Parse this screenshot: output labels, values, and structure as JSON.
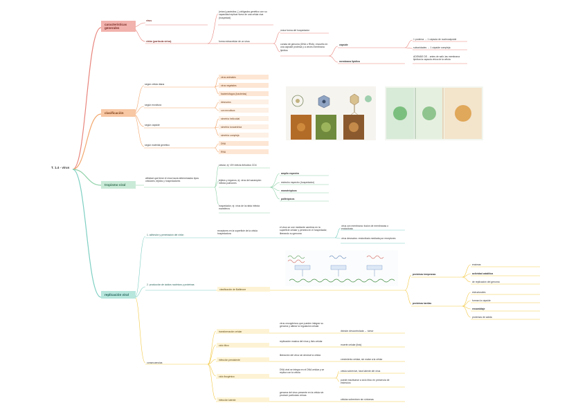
{
  "root": "T. 1.4 - virus",
  "caracteristicas": {
    "title": "características generales",
    "virus_label": "virus",
    "virus_text": "(micro) parásitos (-) obligados genético con su capacidad replicar fuera de una célula viva (hospedad)",
    "virion_label": "virión (partícula vírica)",
    "virion_text": "forma extracelular de un virus",
    "forma_fuera": "única forma del hospedador",
    "consta": "consta de genoma (DNA o RNA), envuelto en una cápside proteica y a veces membrana lipídica",
    "capside": "cápside",
    "membrana": "membrana lipídica",
    "capside_items": [
      "1 proteína → 1 cápsula de nucleocápside",
      "subunidades → 1 cápside compleja"
    ],
    "membrana_text": "ADEMÁS DE... antes de salir, las membrana lipídica la capsula virica de la célula"
  },
  "clasificacion": {
    "title": "clasificación",
    "groups": [
      {
        "label": "según célula diana",
        "items": [
          "virus animales",
          "virus vegetales",
          "bacteriófagos (bacterias)"
        ]
      },
      {
        "label": "según envoltura",
        "items": [
          "desnudos",
          "con envoltura"
        ]
      },
      {
        "label": "según cápside",
        "items": [
          "simetría helicoidal",
          "simetría icosaédrica",
          "simetría compleja"
        ]
      },
      {
        "label": "según material genético",
        "items": [
          "DNA",
          "RNA"
        ]
      }
    ]
  },
  "tropismo": {
    "title": "tropismo viral",
    "text": "afinidad que tiene el virus hacia determinados tipos celulares, tejidos y hospedadores",
    "sub1": "celular, ej: VIH infecta linfocitos CD4",
    "sub2": "tejidos y órganos, ej: virus del sarampión infecta pulmones",
    "sub3": "hospedador, ej: virus de la rabia infecta mamíferos",
    "tipos": [
      "amplio espectro",
      "estrecho espectro (hospedador)",
      "monotrópicos",
      "politrópicos"
    ]
  },
  "replicacion": {
    "title": "replicación viral",
    "step1": "1. adhesión y penetración del virión",
    "step1_text": "receptores en la superficie de la célula hospedadora",
    "step1_sub": "el virus se une mediante cambios en la superficie celular y penetra en el hospedador, liberando su genoma",
    "step1_right1": "virus con membrana: fusión de membranas o endocitosis",
    "step1_right2": "virus desnudos: endocitosis mediada por receptores",
    "step2": "2. producción de ácidos nucleicos y proteínas",
    "step2_text": "clasificación de Baltimore",
    "prot_temp": "proteínas tempranas",
    "prot_tard": "proteínas tardías",
    "temp_items": [
      "enzimas",
      "actividad catalítica",
      "de replicación del genoma"
    ],
    "tard_items": [
      "estructurales",
      "forman la cápside",
      "ensamblaje",
      "proteínas de salida"
    ],
    "consecuencias": "consecuencias",
    "cons_items": [
      {
        "label": "transformación celular",
        "text": "virus oncogénicos que pueden integrar su genoma y alterar la regulación celular",
        "right": "división descontrolada → tumor"
      },
      {
        "label": "ciclo lítico",
        "text": "replicación masiva del virus y lisis celular",
        "right": "muerte celular (lisis)"
      },
      {
        "label": "infección persistente",
        "text": "liberación del virus sin destruir la célula",
        "right": "crecimiento celular, sin matar a la célula"
      },
      {
        "label": "ciclo lisogénico",
        "text": "DNA viral se integra en el DNA celular y se replica con la célula",
        "right": "célula sobrevive, fase latente del virus"
      },
      {
        "label": "infección latente",
        "text": "genoma del virus presente en la célula sin producir partículas víricas",
        "right": "células sobreviven sin síntomas"
      }
    ],
    "lisogenico_extra": "puede reactivarse a ciclo lítico en presencia de estímulos"
  }
}
